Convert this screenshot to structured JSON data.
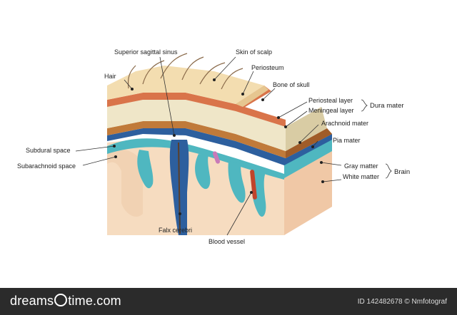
{
  "labels": {
    "superior_sagittal_sinus": "Superior sagittal sinus",
    "skin_of_scalp": "Skin of scalp",
    "hair": "Hair",
    "periosteum": "Periosteum",
    "bone_of_skull": "Bone of skull",
    "periosteal_layer": "Periosteal layer",
    "meningeal_layer": "Meningeal layer",
    "dura_mater": "Dura mater",
    "arachnoid_mater": "Arachnoid mater",
    "pia_mater": "Pia mater",
    "subdural_space": "Subdural space",
    "subarachnoid_space": "Subarachnoid space",
    "gray_matter": "Gray matter",
    "white_matter": "White matter",
    "brain": "Brain",
    "falx_cerebri": "Falx cerebri",
    "blood_vessel": "Blood vessel"
  },
  "footer": {
    "brand_left": "dreams",
    "brand_right": "time.com",
    "id_text": "ID 142482678 © Nmfotograf"
  },
  "colors": {
    "scalp": "#f3ddb0",
    "periosteum": "#d9744a",
    "bone": "#efe6c8",
    "dura": "#c07a3a",
    "arachnoid": "#2d5f9e",
    "csf": "#4fb7c0",
    "brain": "#f6dcc0"
  }
}
